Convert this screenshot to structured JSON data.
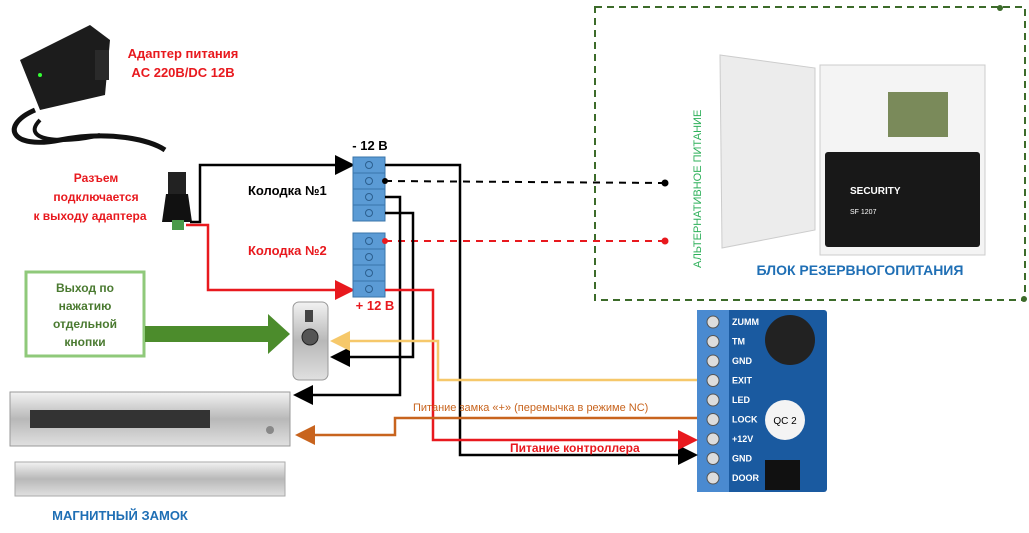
{
  "adapter": {
    "title_line1": "Адаптер питания",
    "title_line2": "AC 220В/DC 12В"
  },
  "connector": {
    "line1": "Разъем",
    "line2": "подключается",
    "line3": "к выходу адаптера"
  },
  "terminals": {
    "minus_label": "- 12 В",
    "plus_label": "+ 12 В",
    "block1": "Колодка №1",
    "block2": "Колодка №2"
  },
  "backup": {
    "side_label": "АЛЬТЕРНАТИВНОЕ ПИТАНИЕ",
    "title": "БЛОК РЕЗЕРВНОГОПИТАНИЯ",
    "battery_brand": "SECURITY",
    "battery_model": "SF 1207"
  },
  "exit_box": {
    "line1": "Выход по",
    "line2": "нажатию",
    "line3": "отдельной",
    "line4": "кнопки"
  },
  "lock": {
    "title": "МАГНИТНЫЙ ЗАМОК"
  },
  "controller": {
    "pins": [
      "ZUMM",
      "TM",
      "GND",
      "EXIT",
      "LED",
      "LOCK",
      "+12V",
      "GND",
      "DOOR"
    ],
    "chip": "QC 2"
  },
  "wires": {
    "lock_power": "Питание замка «+» (перемычка в режиме NC)",
    "controller_power": "Питание контроллера"
  },
  "colors": {
    "red": "#e8191e",
    "black": "#000000",
    "yellow": "#f6c86a",
    "orange": "#c8641e",
    "green": "#3c7a2e",
    "blue": "#1f6fb5",
    "terminal": "#5b9bd5"
  }
}
